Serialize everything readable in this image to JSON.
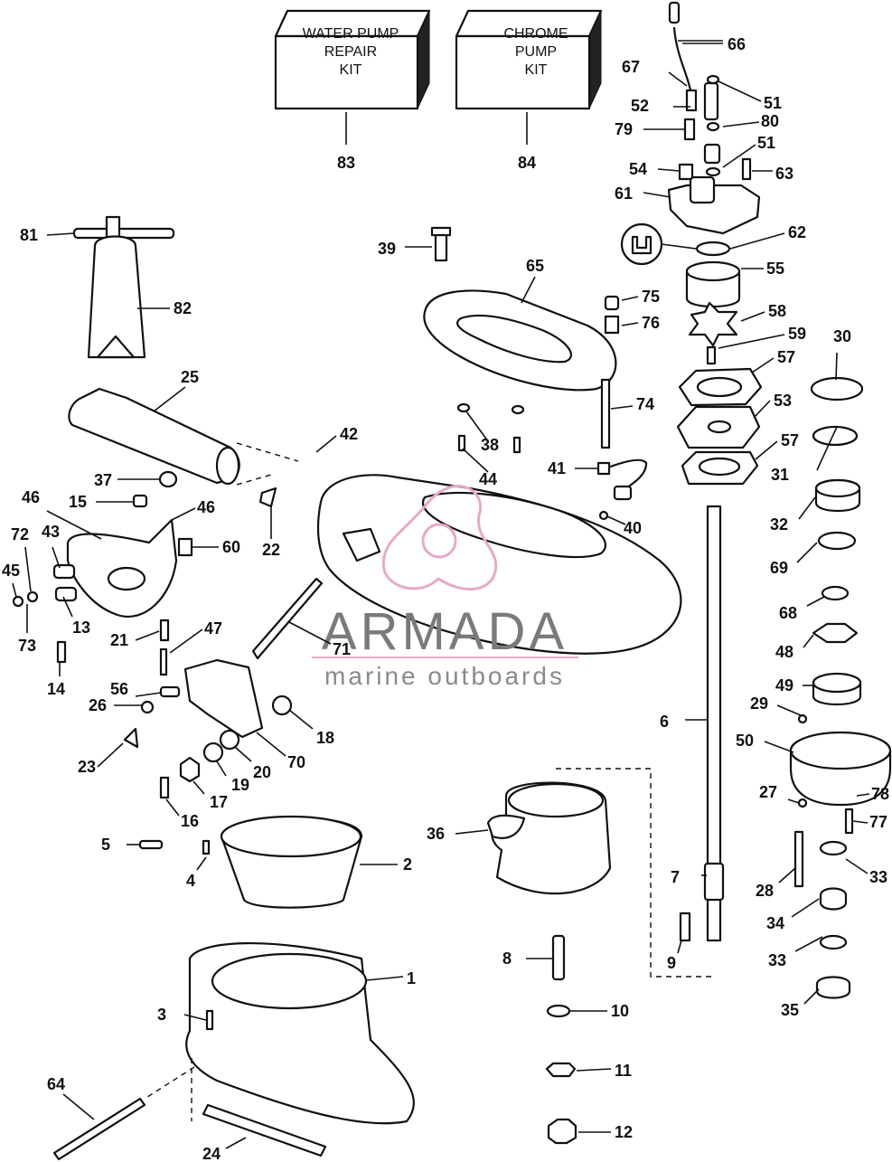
{
  "kits": [
    {
      "line1": "WATER PUMP",
      "line2": "REPAIR",
      "line3": "KIT",
      "ref": "83"
    },
    {
      "line1": "CHROME",
      "line2": "PUMP",
      "line3": "KIT",
      "ref": "84"
    }
  ],
  "watermark": {
    "title": "ARMADA",
    "subtitle": "marine outboards",
    "color": "#e7a9c8"
  },
  "callouts": [
    {
      "n": "66"
    },
    {
      "n": "67"
    },
    {
      "n": "51"
    },
    {
      "n": "52"
    },
    {
      "n": "80"
    },
    {
      "n": "79"
    },
    {
      "n": "51"
    },
    {
      "n": "54"
    },
    {
      "n": "63"
    },
    {
      "n": "61"
    },
    {
      "n": "62"
    },
    {
      "n": "39"
    },
    {
      "n": "81"
    },
    {
      "n": "65"
    },
    {
      "n": "55"
    },
    {
      "n": "82"
    },
    {
      "n": "75"
    },
    {
      "n": "76"
    },
    {
      "n": "58"
    },
    {
      "n": "59"
    },
    {
      "n": "30"
    },
    {
      "n": "57"
    },
    {
      "n": "25"
    },
    {
      "n": "74"
    },
    {
      "n": "53"
    },
    {
      "n": "42"
    },
    {
      "n": "38"
    },
    {
      "n": "57"
    },
    {
      "n": "31"
    },
    {
      "n": "37"
    },
    {
      "n": "44"
    },
    {
      "n": "41"
    },
    {
      "n": "46"
    },
    {
      "n": "15"
    },
    {
      "n": "46"
    },
    {
      "n": "32"
    },
    {
      "n": "40"
    },
    {
      "n": "72"
    },
    {
      "n": "43"
    },
    {
      "n": "22"
    },
    {
      "n": "60"
    },
    {
      "n": "69"
    },
    {
      "n": "45"
    },
    {
      "n": "13"
    },
    {
      "n": "68"
    },
    {
      "n": "73"
    },
    {
      "n": "21"
    },
    {
      "n": "47"
    },
    {
      "n": "71"
    },
    {
      "n": "48"
    },
    {
      "n": "14"
    },
    {
      "n": "49"
    },
    {
      "n": "56"
    },
    {
      "n": "26"
    },
    {
      "n": "29"
    },
    {
      "n": "6"
    },
    {
      "n": "18"
    },
    {
      "n": "50"
    },
    {
      "n": "70"
    },
    {
      "n": "23"
    },
    {
      "n": "20"
    },
    {
      "n": "19"
    },
    {
      "n": "27"
    },
    {
      "n": "78"
    },
    {
      "n": "17"
    },
    {
      "n": "16"
    },
    {
      "n": "77"
    },
    {
      "n": "36"
    },
    {
      "n": "5"
    },
    {
      "n": "2"
    },
    {
      "n": "33"
    },
    {
      "n": "4"
    },
    {
      "n": "7"
    },
    {
      "n": "28"
    },
    {
      "n": "34"
    },
    {
      "n": "8"
    },
    {
      "n": "9"
    },
    {
      "n": "33"
    },
    {
      "n": "1"
    },
    {
      "n": "35"
    },
    {
      "n": "3"
    },
    {
      "n": "10"
    },
    {
      "n": "11"
    },
    {
      "n": "64"
    },
    {
      "n": "12"
    },
    {
      "n": "24"
    }
  ]
}
